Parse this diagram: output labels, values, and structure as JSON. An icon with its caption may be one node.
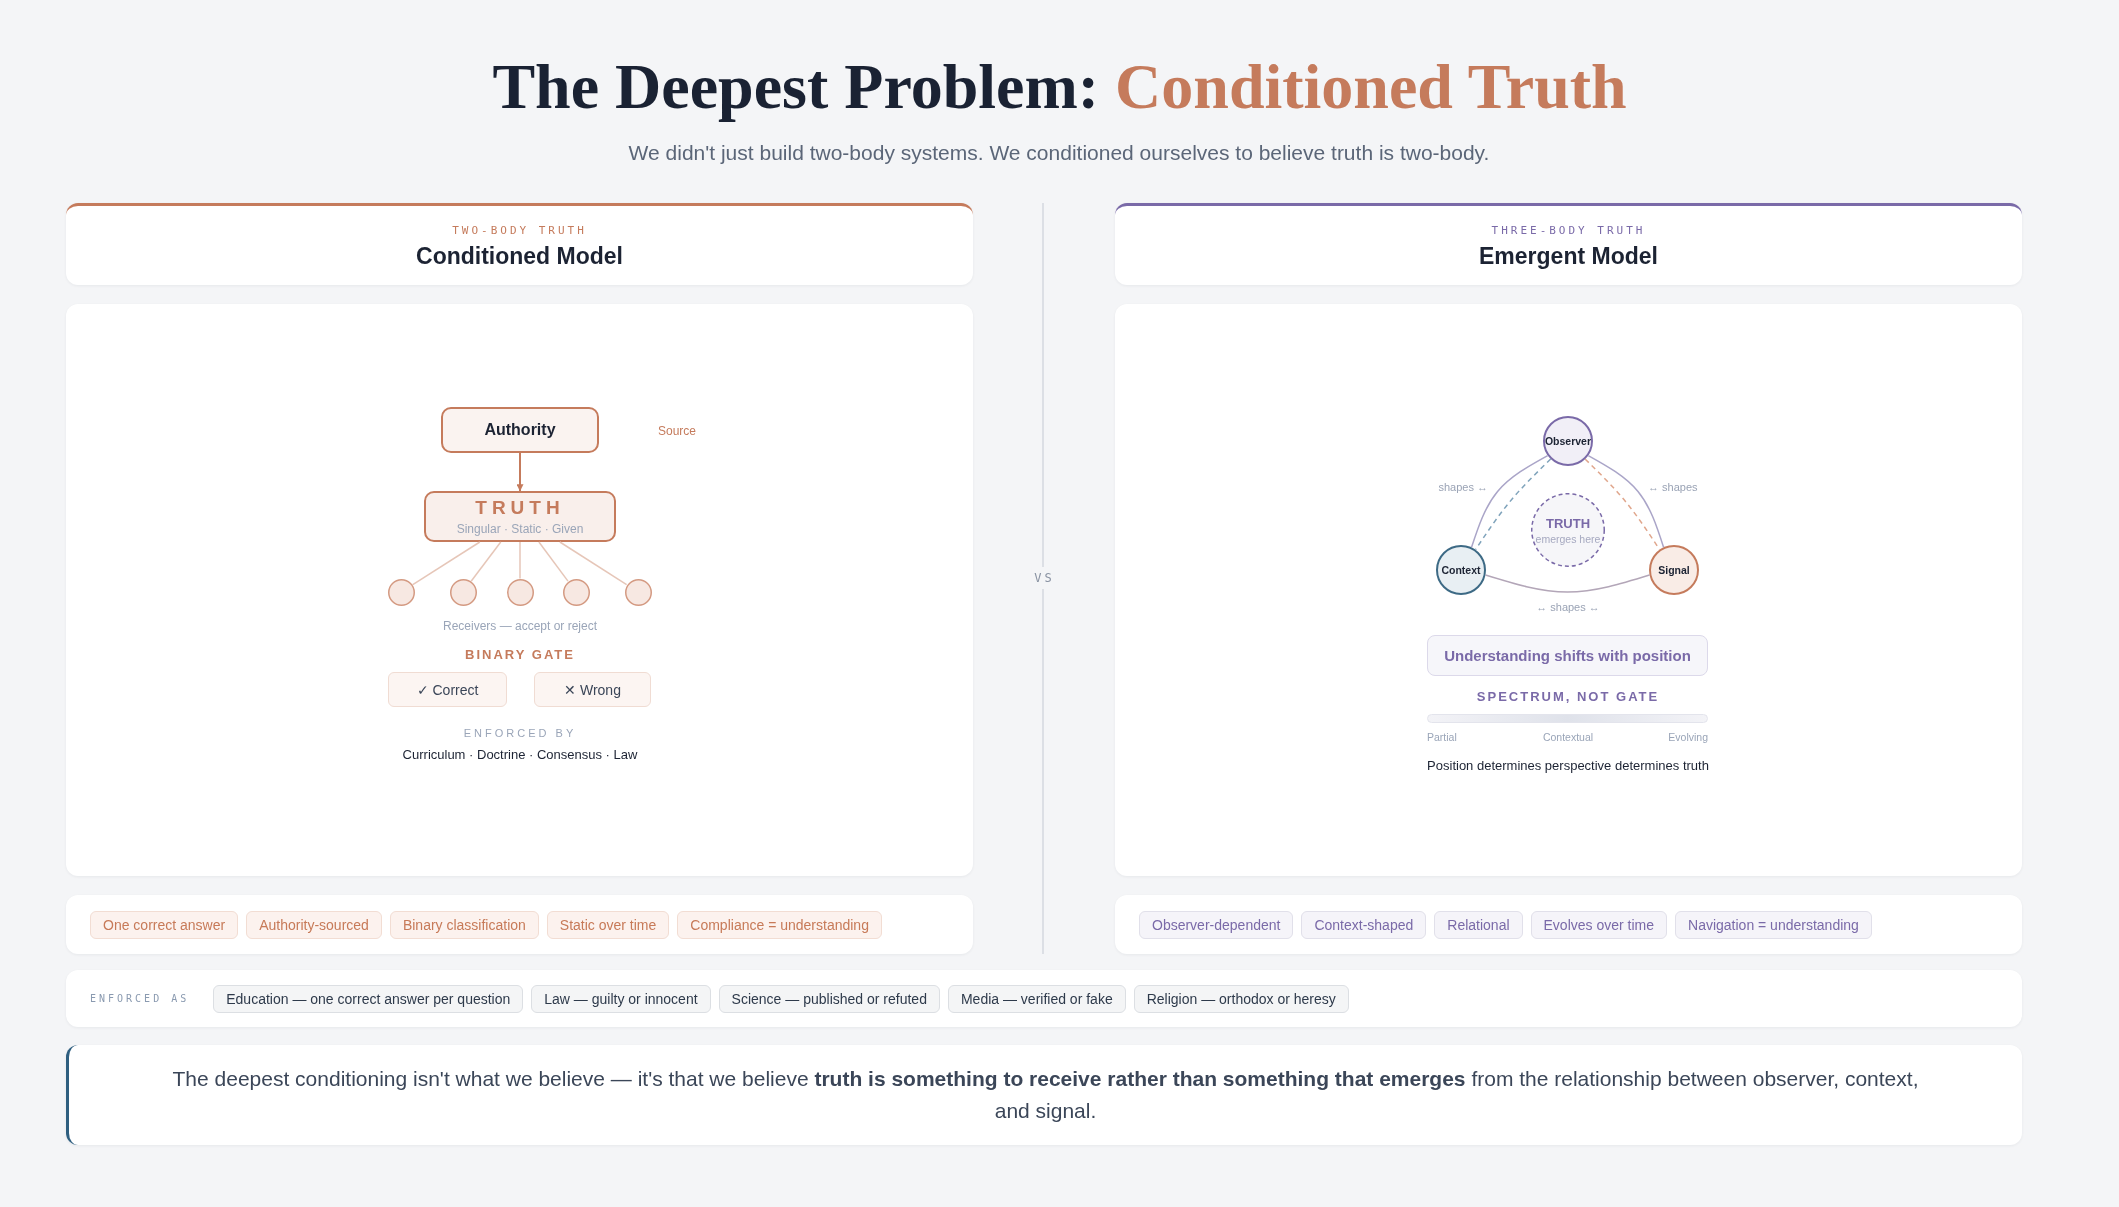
{
  "diagram": {
    "title": "The Deepest Problem: Conditioned Truth",
    "nodes": [
      {
        "text": [
          "TWO-BODY TRUTH",
          "Conditioned Model"
        ]
      },
      {
        "text": [],
        "shape": "box"
      },
      {
        "text": [
          "Authority"
        ],
        "in": 1
      },
      {
        "text": [
          "TRUTH",
          "Singular · Static · Given"
        ],
        "in": 1
      },
      {
        "text": [],
        "shape": "circle",
        "in": 1
      },
      {
        "text": [],
        "shape": "circle",
        "in": 1
      },
      {
        "text": [],
        "shape": "circle",
        "in": 1
      },
      {
        "text": [],
        "shape": "circle",
        "in": 1
      },
      {
        "text": [],
        "shape": "circle",
        "in": 1
      },
      {
        "text": [
          "✓ Correct"
        ],
        "in": 1
      },
      {
        "text": [
          "✕ Wrong"
        ],
        "in": 1
      },
      {
        "text": [],
        "shape": "box"
      },
      {
        "text": [
          "One correct answer"
        ],
        "in": 11
      },
      {
        "text": [
          "Authority-sourced"
        ],
        "in": 11
      },
      {
        "text": [
          "Binary classification"
        ],
        "in": 11
      },
      {
        "text": [
          "Static over time"
        ],
        "in": 11
      },
      {
        "text": [
          "Compliance = understanding"
        ],
        "in": 11
      },
      {
        "text": [
          "THREE-BODY TRUTH",
          "Emergent Model"
        ]
      },
      {
        "text": [],
        "shape": "box"
      },
      {
        "text": [
          "Observer"
        ],
        "in": 18
      },
      {
        "text": [
          "Context"
        ],
        "in": 18
      },
      {
        "text": [
          "Signal"
        ],
        "in": 18
      },
      {
        "text": [
          "TRUTH",
          "emerges here"
        ],
        "in": 18
      },
      {
        "text": [
          "Understanding shifts with position"
        ],
        "in": 18
      },
      {
        "text": [],
        "shape": "box"
      },
      {
        "text": [
          "Observer-dependent"
        ],
        "in": 24
      },
      {
        "text": [
          "Context-shaped"
        ],
        "in": 24
      },
      {
        "text": [
          "Relational"
        ],
        "in": 24
      },
      {
        "text": [
          "Evolves over time"
        ],
        "in": 24
      },
      {
        "text": [
          "Navigation = understanding"
        ],
        "in": 24
      },
      {
        "text": [
          "ENFORCED AS"
        ]
      },
      {
        "text": [
          "Education — one correct answer per question"
        ],
        "in": 30
      },
      {
        "text": [
          "Law — guilty or innocent"
        ],
        "in": 30
      },
      {
        "text": [
          "Science — published or refuted"
        ],
        "in": 30
      },
      {
        "text": [
          "Media — verified or fake"
        ],
        "in": 30
      },
      {
        "text": [
          "Religion — orthodox or heresy"
        ],
        "in": 30
      },
      {
        "text": [
          "The deepest conditioning isn't what we believe — it's that we believe **truth is something to receive rather than something that emerges** from the relationship between observer, context, and signal."
        ]
      }
    ],
    "edges": [
      {
        "from": 2,
        "to": 3,
        "arrow": "to",
        "color": "#c57b5c"
      },
      {
        "from": 3,
        "to": 4,
        "arrow": "none",
        "color": "#e6c6b8"
      },
      {
        "from": 3,
        "to": 5,
        "arrow": "none",
        "color": "#e6c6b8"
      },
      {
        "from": 3,
        "to": 6,
        "arrow": "none",
        "color": "#e6c6b8"
      },
      {
        "from": 3,
        "to": 7,
        "arrow": "none",
        "color": "#e6c6b8"
      },
      {
        "from": 3,
        "to": 8,
        "arrow": "none",
        "color": "#e6c6b8"
      },
      {
        "from": 19,
        "to": 20,
        "arrow": "none",
        "label": "shapes ↔",
        "color": "#aaa5c8"
      },
      {
        "from": 19,
        "to": 20,
        "arrow": "none",
        "style": "dashed",
        "color": "#7fa3bb"
      },
      {
        "from": 19,
        "to": 21,
        "arrow": "none",
        "label": "↔ shapes",
        "color": "#aaa5c8"
      },
      {
        "from": 19,
        "to": 21,
        "arrow": "none",
        "style": "dashed",
        "color": "#e0a68c"
      },
      {
        "from": 20,
        "to": 21,
        "arrow": "none",
        "label": "↔ shapes ↔",
        "color": "#b3a6b8"
      }
    ],
    "labels": [
      "We didn't just build two-body systems. We conditioned ourselves to believe truth is two-body.",
      "VS",
      "Source",
      "Receivers — accept or reject",
      "BINARY GATE",
      "ENFORCED BY",
      "Curriculum · Doctrine · Consensus · Law",
      "SPECTRUM, NOT GATE",
      "Partial",
      "Contextual",
      "Evolving",
      "Position determines perspective determines truth"
    ]
  }
}
